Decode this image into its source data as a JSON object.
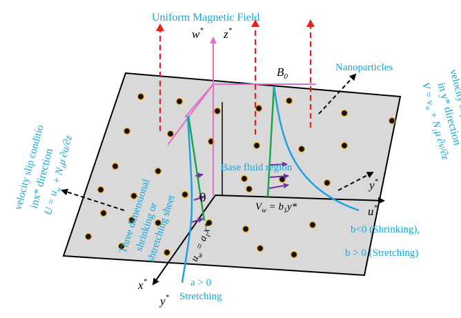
{
  "labels": {
    "title": "Uniform Magnetic Field",
    "nanoparticles": "Nanoparticles",
    "base_fluid": "Base fluid region",
    "b0": "B",
    "b0_sub": "0",
    "origin": "0",
    "axis_w": "w",
    "axis_z": "z",
    "axis_x": "x",
    "axis_y_bottom": "y",
    "axis_u": "u",
    "axis_y_right": "y",
    "star": "*",
    "vw": "V",
    "vw_sub": "w",
    "vw_eq": " = b",
    "vw_b_sub": "1",
    "vw_rest": "y*",
    "uw": "u",
    "uw_sub": "w",
    "uw_eq": " = a",
    "uw_a_sub": "1",
    "uw_rest": "x*",
    "a_gt": "a > 0",
    "stretching": "Stretching",
    "b_lt": "b<0 (Shrinking),",
    "b_gt": "b > 0 (Stretching)",
    "sheet_1": "Three dimensional",
    "sheet_2": "shrinking or",
    "sheet_3": "shtretching sheet",
    "left_1": "velocity slip conditio",
    "left_2": "inx* direction",
    "left_3": "U = u",
    "left_3_sub": "w",
    "left_3_b": " + N",
    "left_3_sub2": "1",
    "left_3_c": "μ ∂u/∂z",
    "right_1": "velocity slip conditio",
    "right_2": "in y* direction",
    "right_3": "V = v",
    "right_3_sub": "w",
    "right_3_b": " + N",
    "right_3_sub2": "1",
    "right_3_c": "μ ∂v/∂z"
  },
  "colors": {
    "text": "#11a7de",
    "arrow": "#e8201c",
    "plate": "#d9d9d9",
    "axis_pink": "#e26fc6",
    "profile_green": "#1aa54b",
    "profile_blue": "#1ea0e0",
    "vector_purple": "#7030a0",
    "particle": "#111111",
    "particle_ring": "#f2a41c"
  }
}
